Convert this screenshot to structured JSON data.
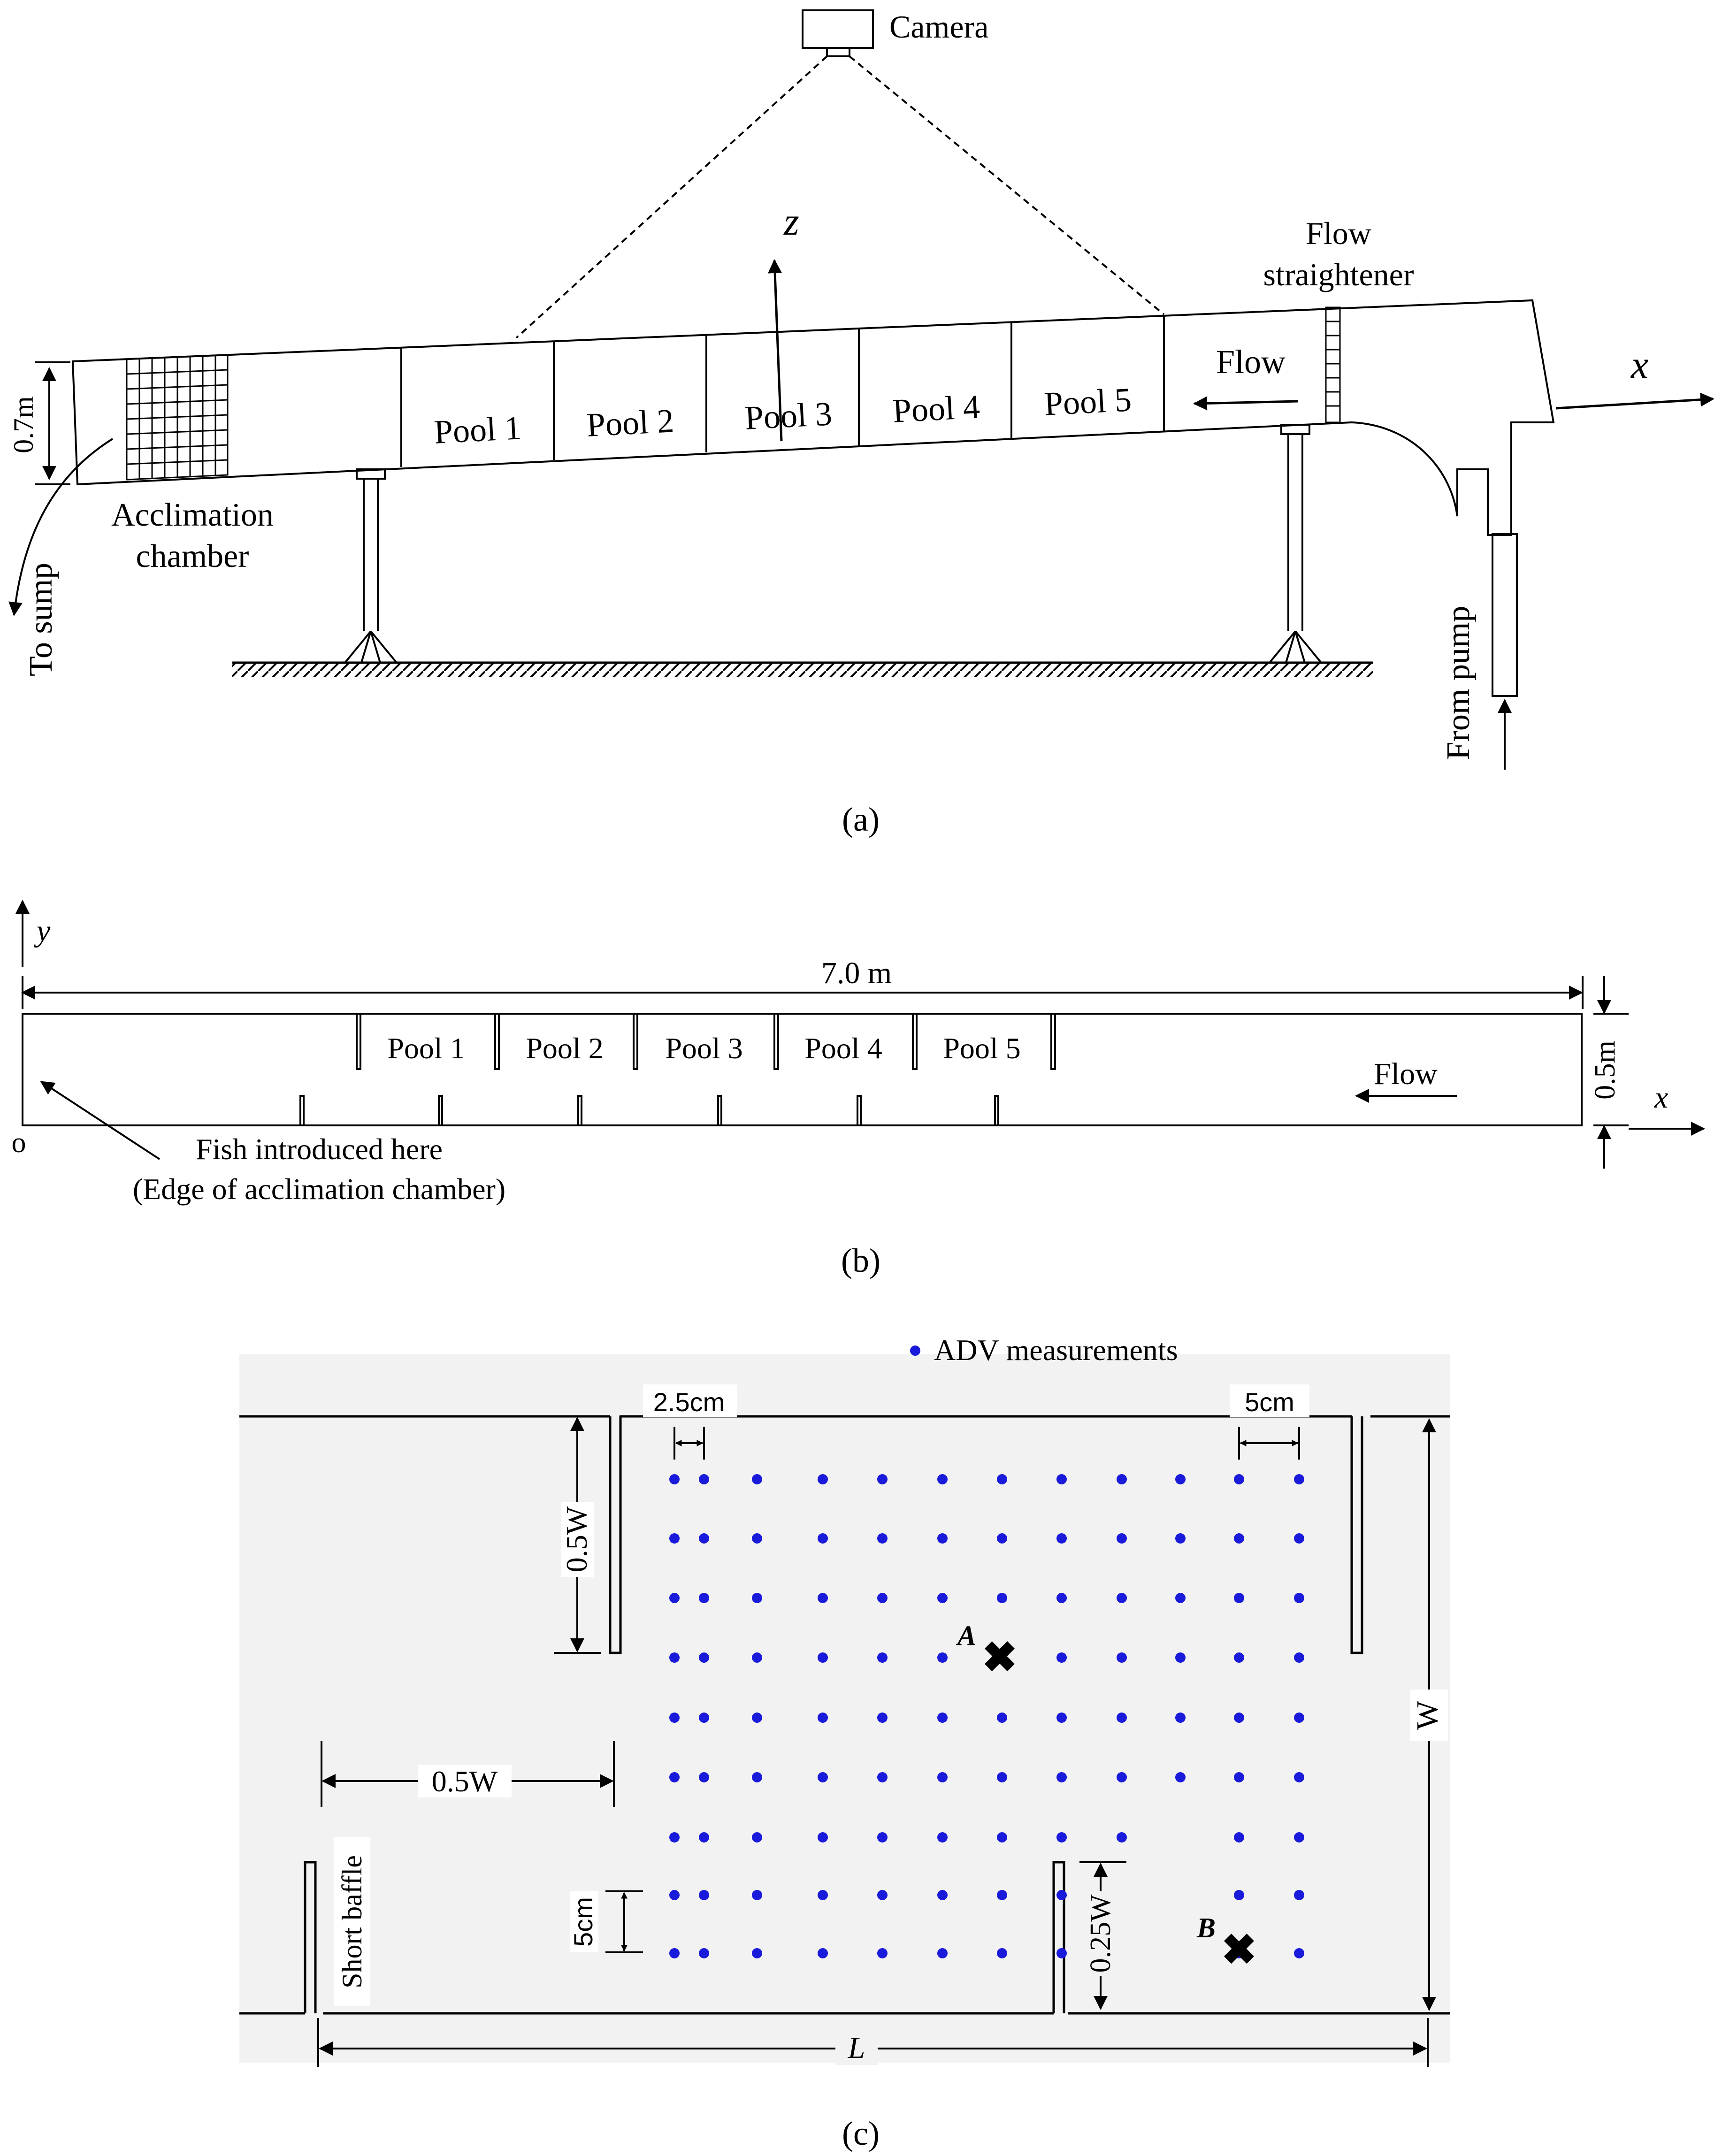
{
  "panel_a": {
    "camera_label": "Camera",
    "z_axis": "z",
    "x_axis": "x",
    "flow_straightener_line1": "Flow",
    "flow_straightener_line2": "straightener",
    "flow_label": "Flow",
    "height_label": "0.7m",
    "acclimation_line1": "Acclimation",
    "acclimation_line2": "chamber",
    "to_sump": "To sump",
    "from_pump": "From pump",
    "pools": [
      "Pool 1",
      "Pool 2",
      "Pool 3",
      "Pool 4",
      "Pool 5"
    ],
    "caption": "(a)"
  },
  "panel_b": {
    "y_axis": "y",
    "x_axis": "x",
    "length_label": "7.0 m",
    "width_label": "0.5m",
    "origin_label": "o",
    "flow_label": "Flow",
    "pools": [
      "Pool 1",
      "Pool 2",
      "Pool 3",
      "Pool 4",
      "Pool 5"
    ],
    "fish_line1": "Fish introduced here",
    "fish_line2": "(Edge of acclimation chamber)",
    "caption": "(b)"
  },
  "panel_c": {
    "legend_label": "ADV measurements",
    "dim_2_5cm": "2.5cm",
    "dim_5cm_top": "5cm",
    "dim_5cm_left": "5cm",
    "dim_0_5W_vertical": "0.5W",
    "dim_0_5W_horizontal": "0.5W",
    "dim_W": "W",
    "dim_0_25W": "0.25W",
    "dim_L": "L",
    "short_baffle": "Short baffle",
    "point_A": "A",
    "point_B": "B",
    "dot_color": "#1a1adb",
    "background_color": "#f2f2f2",
    "caption": "(c)"
  }
}
